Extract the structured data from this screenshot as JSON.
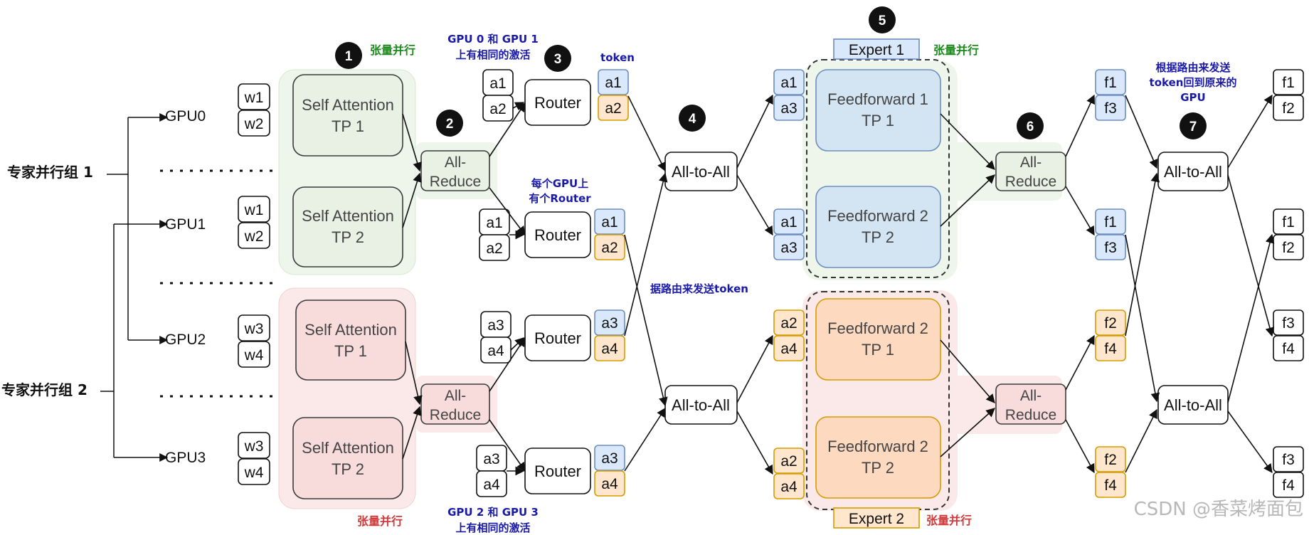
{
  "groups": {
    "group1": "专家并行组 1",
    "group2": "专家并行组 2"
  },
  "gpus": [
    "GPU0",
    "GPU1",
    "GPU2",
    "GPU3"
  ],
  "weights": {
    "w1": "w1",
    "w2": "w2",
    "w3": "w3",
    "w4": "w4"
  },
  "attention": {
    "name": "Self Attention",
    "tp1": "TP 1",
    "tp2": "TP 2"
  },
  "allreduce": {
    "line1": "All-",
    "line2": "Reduce"
  },
  "router": "Router",
  "alltoall": "All-to-All",
  "acts": {
    "a1": "a1",
    "a2": "a2",
    "a3": "a3",
    "a4": "a4"
  },
  "outs": {
    "f1": "f1",
    "f2": "f2",
    "f3": "f3",
    "f4": "f4"
  },
  "ffn": {
    "ff1": "Feedforward 1",
    "ff2": "Feedforward 2",
    "tp1": "TP 1",
    "tp2": "TP 2"
  },
  "experts": {
    "e1": "Expert 1",
    "e2": "Expert 2"
  },
  "steps": [
    "1",
    "2",
    "3",
    "4",
    "5",
    "6",
    "7"
  ],
  "annotations": {
    "tensor_parallel": "张量并行",
    "gpu01_l1": "GPU 0 和 GPU 1",
    "gpu01_l2": "上有相同的激活",
    "token": "token",
    "router_l1": "每个GPU上",
    "router_l2": "有个Router",
    "route_send": "据路由来发送token",
    "return_l1": "根据路由来发送",
    "return_l2": "token回到原来的",
    "return_l3": "GPU",
    "gpu23_l1": "GPU 2 和 GPU 3",
    "gpu23_l2": "上有相同的激活"
  },
  "watermark": "CSDN @香菜烤面包",
  "colors": {
    "green_fill": "#eef5ea",
    "red_fill": "#fbe9e9",
    "blue_box": "#dae8fc",
    "blue_stroke": "#6c8ebf",
    "orange_box": "#ffe6cc",
    "orange_stroke": "#d79b00",
    "ff_blue": "#d3e4f2",
    "ff_orange": "#fdd9bf"
  }
}
